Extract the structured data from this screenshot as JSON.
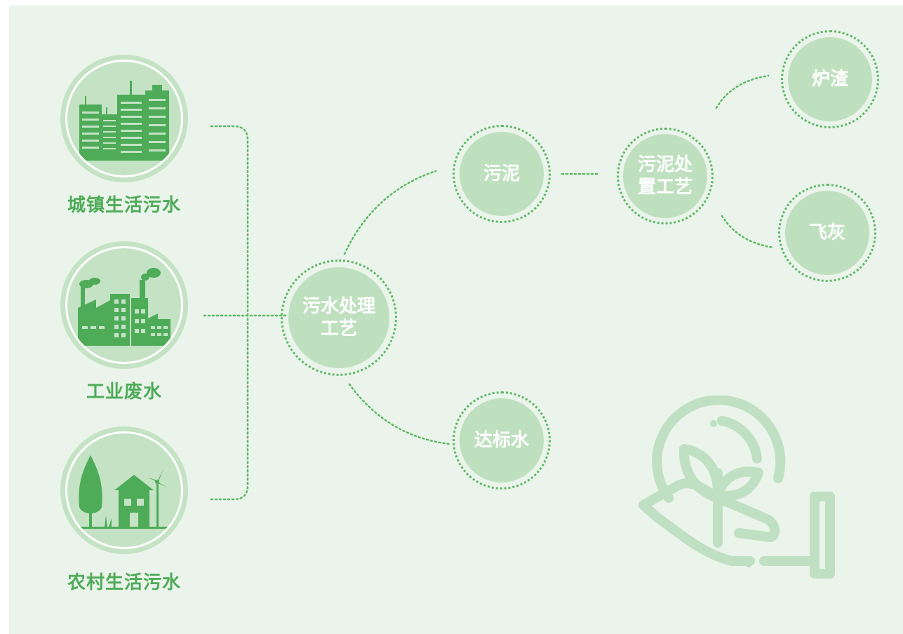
{
  "colors": {
    "background": "#eaf4ea",
    "accent": "#4eab58",
    "node_fill": "#bfe0bf",
    "connector": "#5cb865",
    "watermark": "#bfe0c2"
  },
  "sources": [
    {
      "label": "城镇生活污水",
      "icon": "city-buildings-icon"
    },
    {
      "label": "工业废水",
      "icon": "factory-icon"
    },
    {
      "label": "农村生活污水",
      "icon": "rural-house-icon"
    }
  ],
  "nodes": {
    "treatment": "污水处理工艺",
    "sludge": "污泥",
    "sludge_treatment": "污泥处置工艺",
    "slag": "炉渣",
    "fly_ash": "飞灰",
    "standard_water": "达标水"
  },
  "decoration": {
    "icon": "hand-holding-plant-icon"
  }
}
